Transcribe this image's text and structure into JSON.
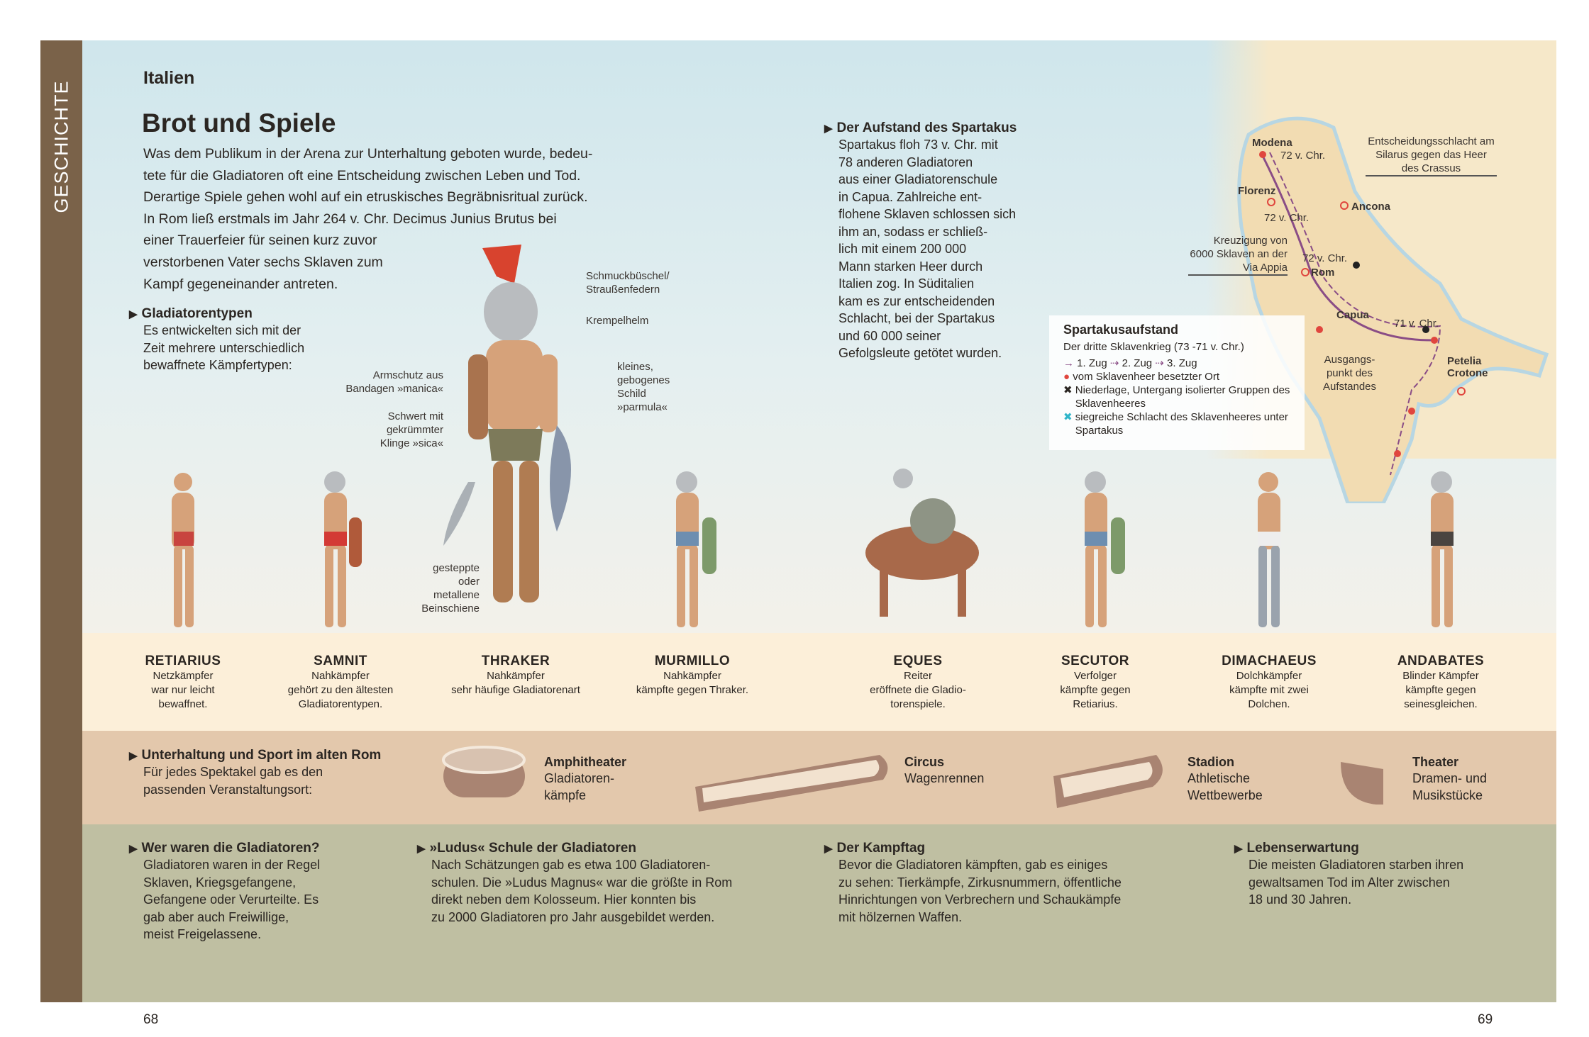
{
  "spine": "GESCHICHTE",
  "region": "Italien",
  "title": "Brot und Spiele",
  "intro": [
    "Was dem Publikum in der Arena zur Unterhaltung geboten wurde, bedeu-",
    "tete für die Gladiatoren oft eine Entscheidung zwischen Leben und Tod.",
    "Derartige Spiele gehen wohl auf ein etruskisches Begräbnisritual zurück.",
    "In Rom ließ erstmals im Jahr 264 v. Chr. Decimus Junius Brutus bei",
    "einer Trauerfeier für seinen kurz zuvor",
    "verstorbenen Vater sechs Sklaven zum",
    "Kampf gegeneinander antreten."
  ],
  "types": {
    "heading": "Gladiatorentypen",
    "text": [
      "Es entwickelten sich mit der",
      "Zeit mehrere unterschiedlich",
      "bewaffnete Kämpfertypen:"
    ]
  },
  "annotations": {
    "plume": "Schmuckbüschel/ Straußenfedern",
    "helmet": "Krempelhelm",
    "arm": "Armschutz aus Bandagen »manica«",
    "sword": "Schwert mit gekrümmter Klinge »sica«",
    "shield": "kleines, gebogenes Schild »parmula«",
    "greaves": "gesteppte oder metallene Beinschiene"
  },
  "spartakus": {
    "heading": "Der Aufstand des Spartakus",
    "text": [
      "Spartakus floh 73 v. Chr. mit",
      "78 anderen Gladiatoren",
      "aus einer Gladiatorenschule",
      "in Capua. Zahlreiche ent-",
      "flohene Sklaven schlossen sich",
      "ihm an, sodass er schließ-",
      "lich mit einem 200 000",
      "Mann starken Heer durch",
      "Italien zog. In Süditalien",
      "kam es zur entscheidenden",
      "Schlacht, bei der Spartakus",
      "und 60 000 seiner",
      "Gefolgsleute getötet wurden."
    ]
  },
  "map": {
    "places": {
      "modena": "Modena",
      "florenz": "Florenz",
      "ancona": "Ancona",
      "rom": "Rom",
      "capua": "Capua",
      "petelia": "Petelia",
      "crotone": "Crotone"
    },
    "dates": {
      "d1": "72 v. Chr.",
      "d2": "72 v. Chr.",
      "d3": "72 v. Chr.",
      "d4": "71 v. Chr."
    },
    "notes": {
      "battle": "Entscheidungsschlacht am Silarus gegen das Heer des Crassus",
      "cross": "Kreuzigung von 6000 Sklaven an der Via Appia",
      "origin": "Ausgangs- punkt des Aufstandes"
    },
    "legend": {
      "title": "Spartakusaufstand",
      "subtitle": "Der dritte Sklavenkrieg (73 -71 v. Chr.)",
      "zug1": "1. Zug",
      "zug2": "2. Zug",
      "zug3": "3. Zug",
      "occupied": "vom Sklavenheer besetzter Ort",
      "defeat": "Niederlage, Untergang isolierter Gruppen des Sklavenheeres",
      "victory": "siegreiche Schlacht des Sklavenheeres unter Spartakus"
    },
    "colors": {
      "route": "#8a4d86",
      "occupied": "#e0463e",
      "victory": "#2fb5c9"
    }
  },
  "gladiators": [
    {
      "name": "RETIARIUS",
      "role": "Netzkämpfer",
      "desc": "war nur leicht bewaffnet."
    },
    {
      "name": "SAMNIT",
      "role": "Nahkämpfer",
      "desc": "gehört zu den ältesten Gladiatorentypen."
    },
    {
      "name": "THRAKER",
      "role": "Nahkämpfer",
      "desc": "sehr häufige Gladiatorenart"
    },
    {
      "name": "MURMILLO",
      "role": "Nahkämpfer",
      "desc": "kämpfte gegen Thraker."
    },
    {
      "name": "EQUES",
      "role": "Reiter",
      "desc": "eröffnete die Gladio- torenspiele."
    },
    {
      "name": "SECUTOR",
      "role": "Verfolger",
      "desc": "kämpfte gegen Retiarius."
    },
    {
      "name": "DIMACHAEUS",
      "role": "Dolchkämpfer",
      "desc": "kämpfte mit zwei Dolchen."
    },
    {
      "name": "ANDABATES",
      "role": "Blinder Kämpfer",
      "desc": "kämpfte gegen seinesgleichen."
    }
  ],
  "entertainment": {
    "heading": "Unterhaltung und Sport im alten Rom",
    "text": [
      "Für jedes Spektakel gab es den",
      "passenden Veranstaltungsort:"
    ],
    "venues": [
      {
        "name": "Amphitheater",
        "desc": "Gladiatoren- kämpfe"
      },
      {
        "name": "Circus",
        "desc": "Wagenrennen"
      },
      {
        "name": "Stadion",
        "desc": "Athletische Wettbewerbe"
      },
      {
        "name": "Theater",
        "desc": "Dramen- und Musikstücke"
      }
    ]
  },
  "facts": [
    {
      "heading": "Wer waren die Gladiatoren?",
      "text": [
        "Gladiatoren waren in der Regel",
        "Sklaven, Kriegsgefangene,",
        "Gefangene oder Verurteilte. Es",
        "gab aber auch Freiwillige,",
        "meist Freigelassene."
      ]
    },
    {
      "heading": "»Ludus« Schule der Gladiatoren",
      "text": [
        "Nach Schätzungen gab es etwa 100 Gladiatoren-",
        "schulen. Die »Ludus Magnus« war die größte in Rom",
        "direkt neben dem Kolosseum. Hier konnten bis",
        "zu 2000 Gladiatoren pro Jahr ausgebildet werden."
      ]
    },
    {
      "heading": "Der Kampftag",
      "text": [
        "Bevor die Gladiatoren kämpften, gab es einiges",
        "zu sehen: Tierkämpfe, Zirkusnummern, öffentliche",
        "Hinrichtungen von Verbrechern und Schaukämpfe",
        "mit hölzernen Waffen."
      ]
    },
    {
      "heading": "Lebenserwartung",
      "text": [
        "Die meisten Gladiatoren starben ihren",
        "gewaltsamen Tod im Alter zwischen",
        "18 und 30 Jahren."
      ]
    }
  ],
  "pages": {
    "left": "68",
    "right": "69"
  }
}
